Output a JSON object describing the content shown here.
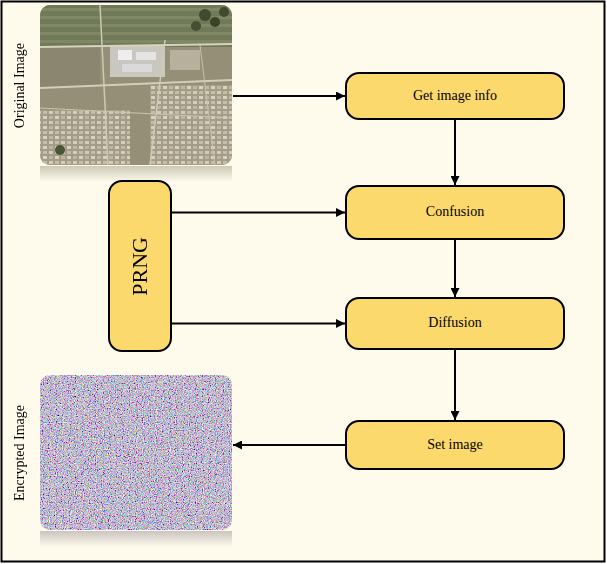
{
  "diagram": {
    "nodes": [
      {
        "text": [
          "Original Image"
        ]
      },
      {
        "text": [
          "Get image info"
        ]
      },
      {
        "text": [
          "PRNG"
        ]
      },
      {
        "text": [
          "Confusion"
        ]
      },
      {
        "text": [
          "Diffusion"
        ]
      },
      {
        "text": [
          "Set image"
        ]
      },
      {
        "text": [
          "Encrypted Image"
        ]
      }
    ],
    "edges": [
      {
        "from": 0,
        "to": 1,
        "arrow": "to"
      },
      {
        "from": 1,
        "to": 3,
        "arrow": "to"
      },
      {
        "from": 2,
        "to": 3,
        "arrow": "to"
      },
      {
        "from": 3,
        "to": 4,
        "arrow": "to"
      },
      {
        "from": 2,
        "to": 4,
        "arrow": "to"
      },
      {
        "from": 4,
        "to": 5,
        "arrow": "to"
      },
      {
        "from": 5,
        "to": 6,
        "arrow": "to"
      }
    ]
  }
}
